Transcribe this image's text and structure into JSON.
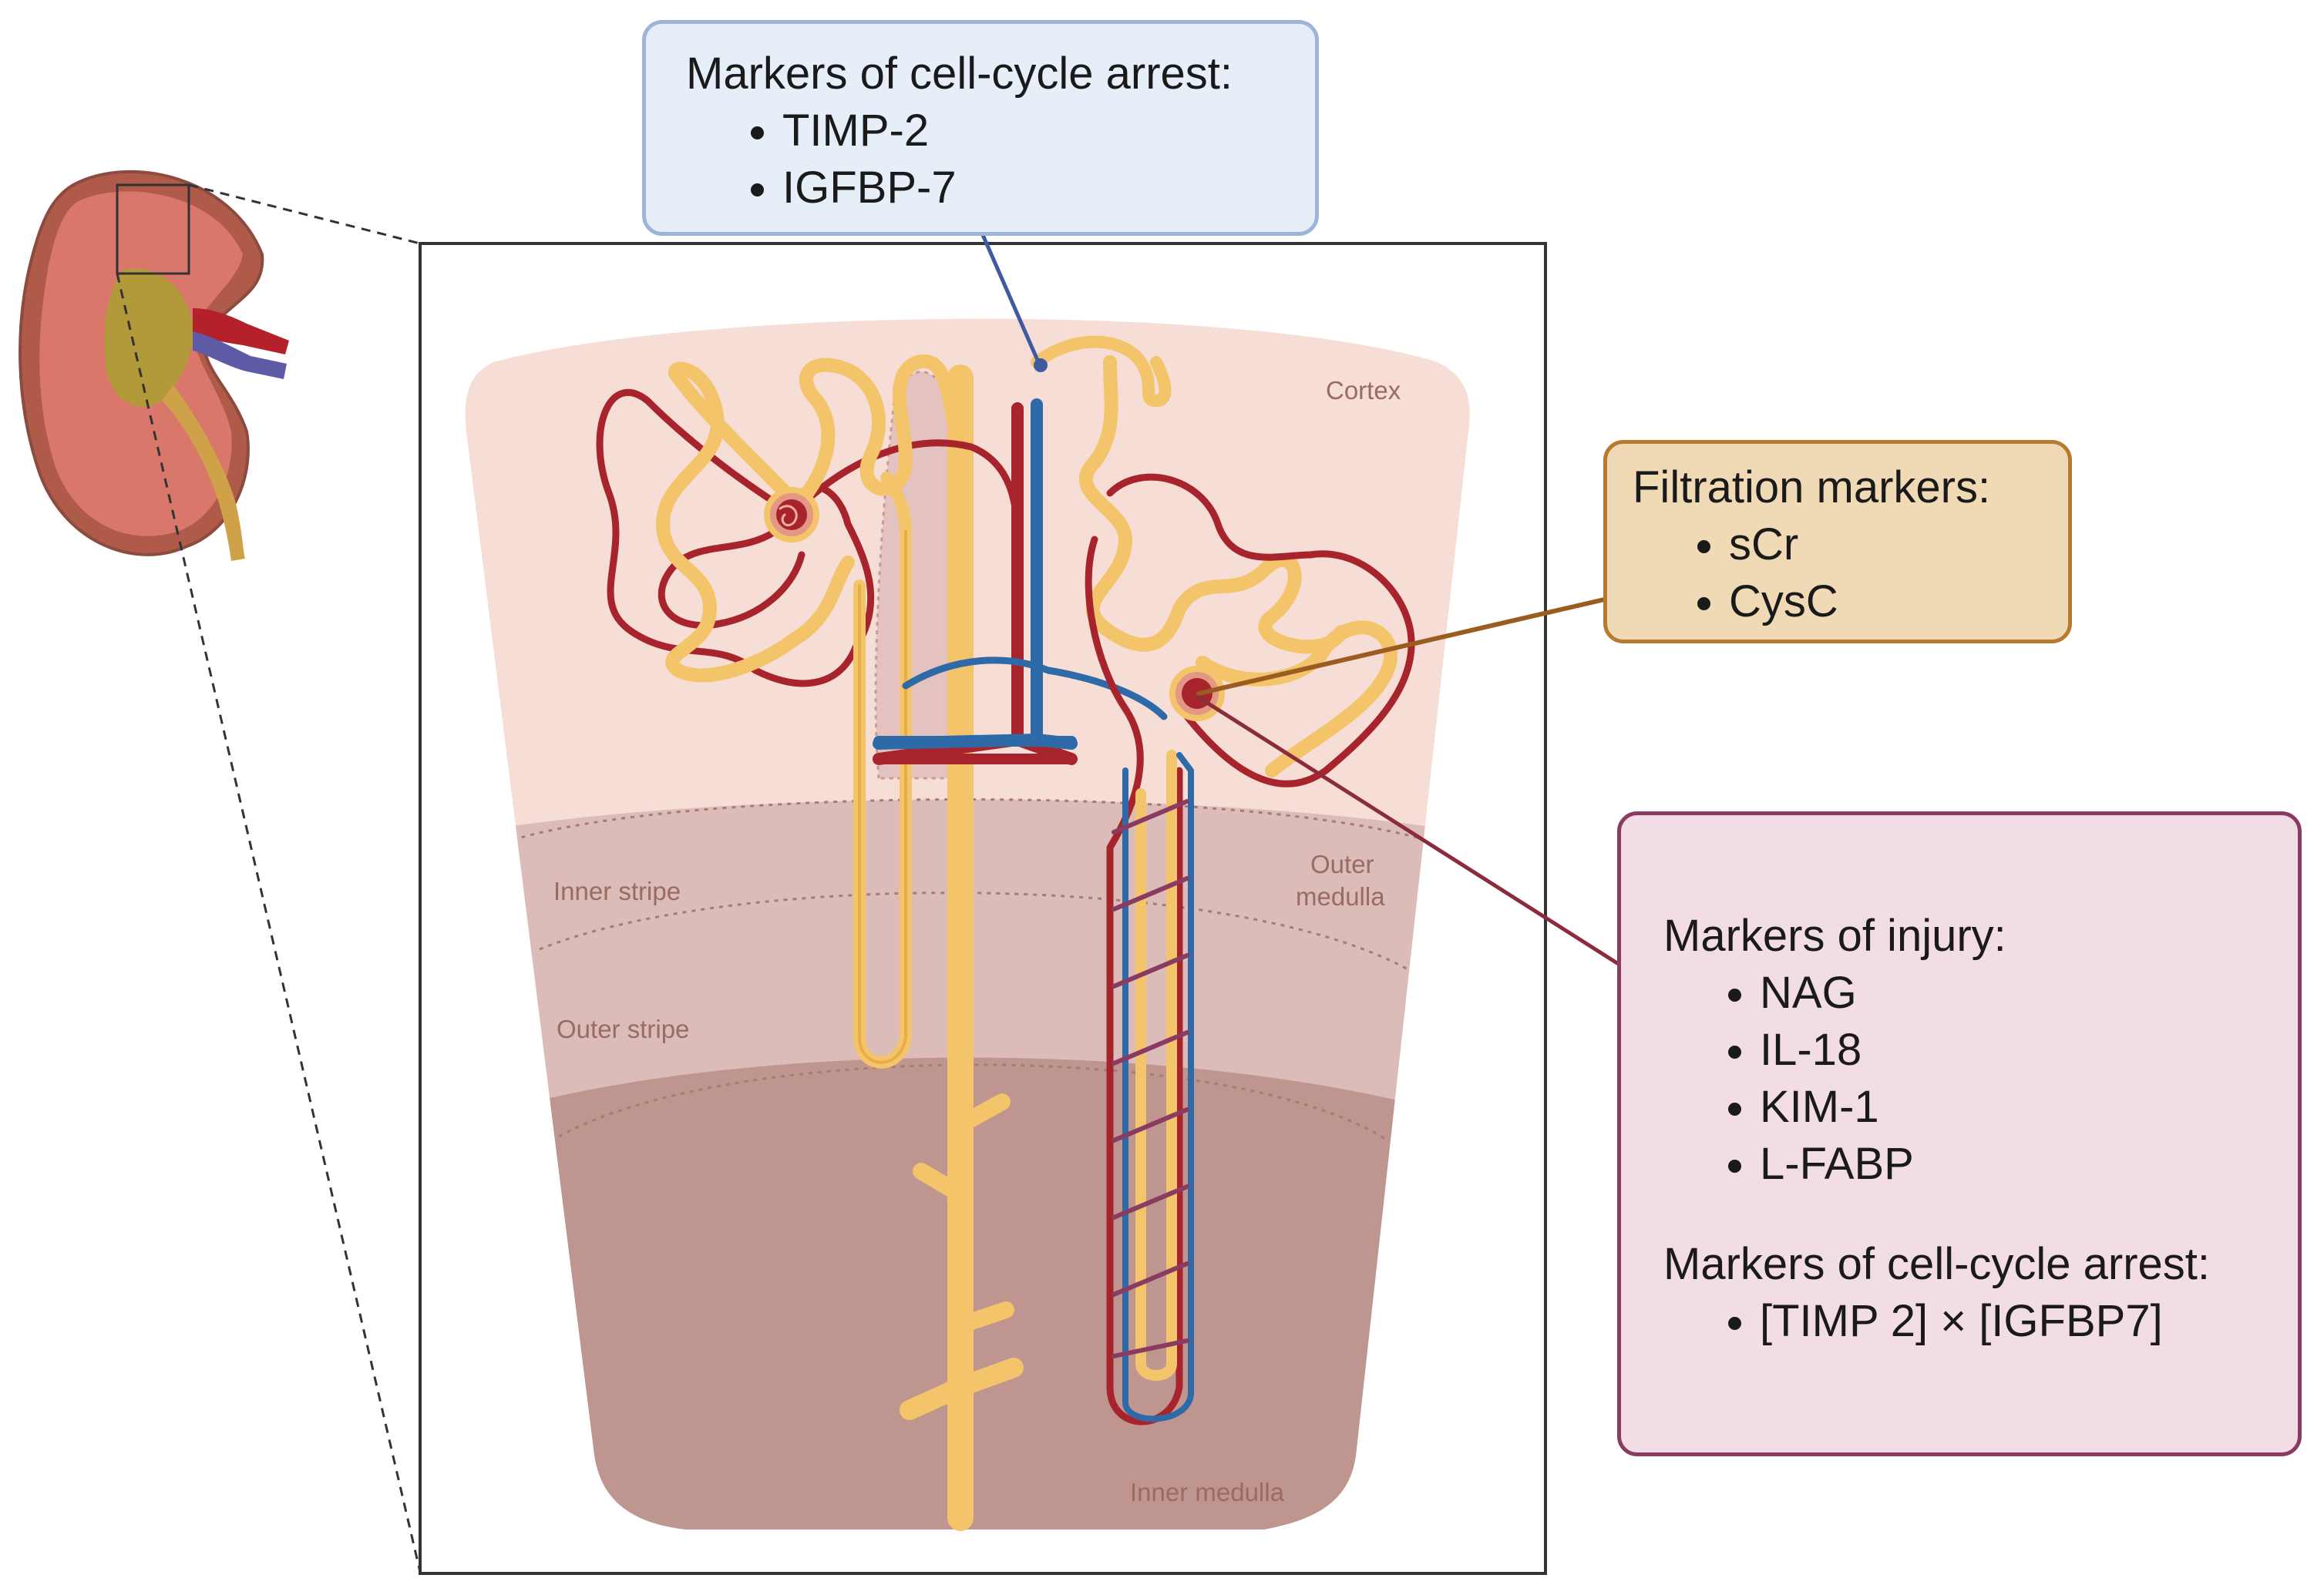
{
  "callouts": {
    "cell_cycle_arrest": {
      "heading": "Markers of cell-cycle arrest:",
      "items": [
        "TIMP-2",
        "IGFBP-7"
      ]
    },
    "filtration": {
      "heading": "Filtration markers:",
      "items": [
        "sCr",
        "CysC"
      ]
    },
    "injury": {
      "heading": "Markers of injury:",
      "items": [
        "NAG",
        "IL-18",
        "KIM-1",
        "L-FABP"
      ],
      "arrest_heading": "Markers of cell-cycle arrest:",
      "arrest_items": [
        "[TIMP 2] × [IGFBP7]"
      ]
    }
  },
  "regions": {
    "cortex": "Cortex",
    "inner_stripe": "Inner stripe",
    "outer_stripe": "Outer stripe",
    "outer_medulla_line1": "Outer",
    "outer_medulla_line2": "medulla",
    "inner_medulla": "Inner medulla"
  },
  "colors": {
    "cortex": "#f6ddd6",
    "outer_medulla": "#dcbcb8",
    "inner_medulla": "#bf9590",
    "medullary_ray": "#e4c2bf",
    "tubule": "#f4c46a",
    "artery": "#a8242c",
    "vein": "#2f6aa8",
    "arrest_box": "#e6eef8",
    "filtration_box": "#f0d9b5",
    "injury_box": "#f2dce6"
  }
}
